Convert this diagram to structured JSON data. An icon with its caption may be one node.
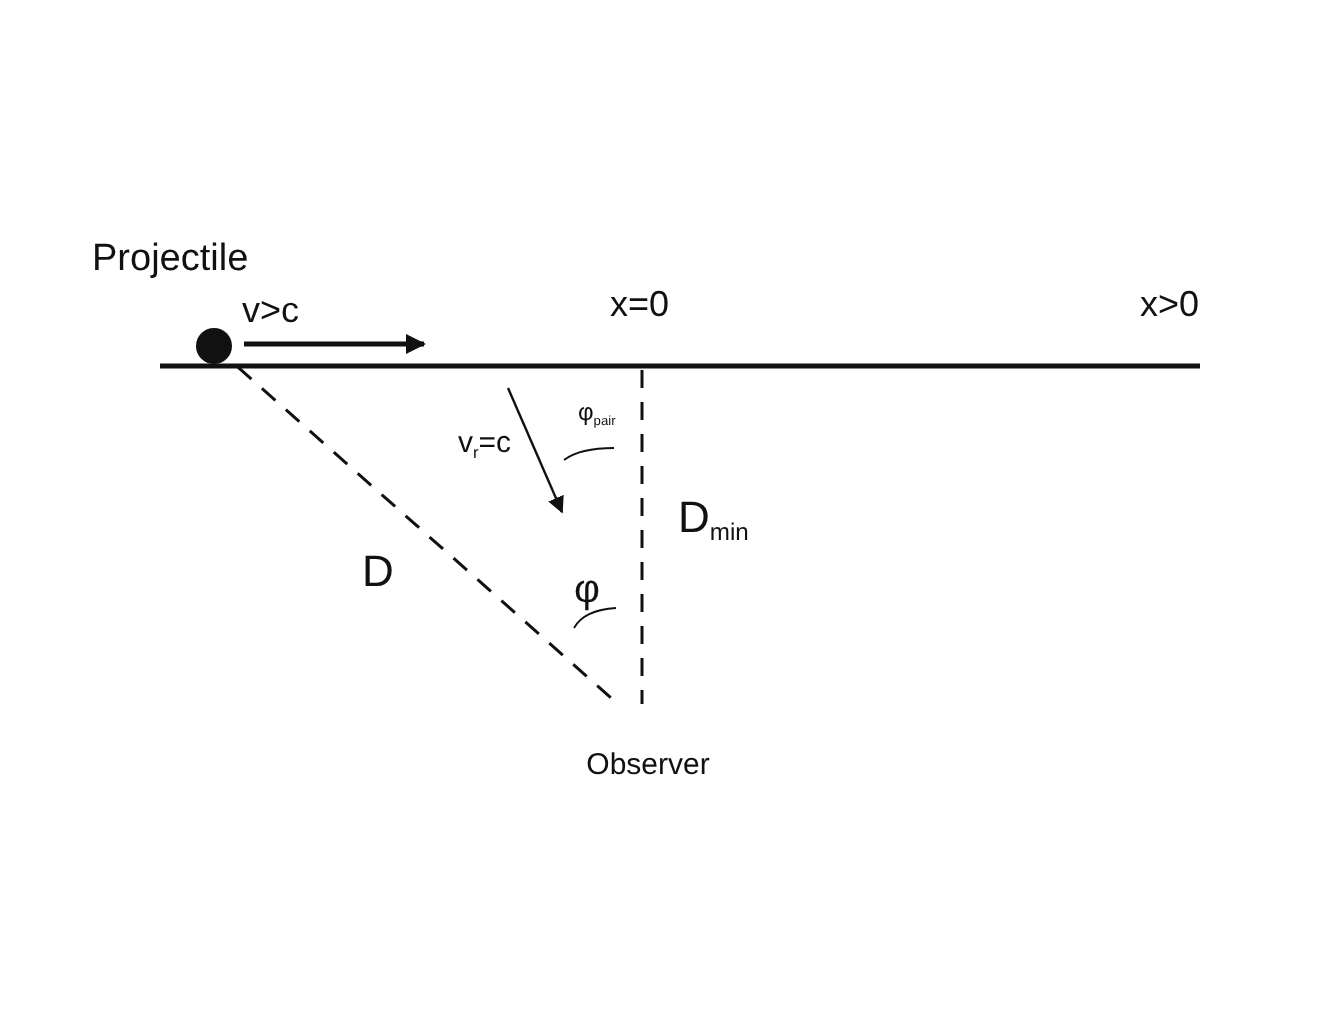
{
  "diagram": {
    "nodes": [
      {
        "text": [
          "Projectile"
        ]
      },
      {
        "text": [
          "Observer"
        ]
      }
    ],
    "edges": [
      {
        "from": 0,
        "to": 1,
        "arrow": "none",
        "label": "D",
        "style": "dashed"
      },
      {
        "from": null,
        "to": 1,
        "arrow": "none",
        "label": "D$_{min}$",
        "style": "dashed"
      }
    ],
    "labels": [
      "v>c",
      "x=0",
      "x>0",
      "v$_{r}$=c",
      "φ$_{pair}$",
      "φ"
    ]
  }
}
